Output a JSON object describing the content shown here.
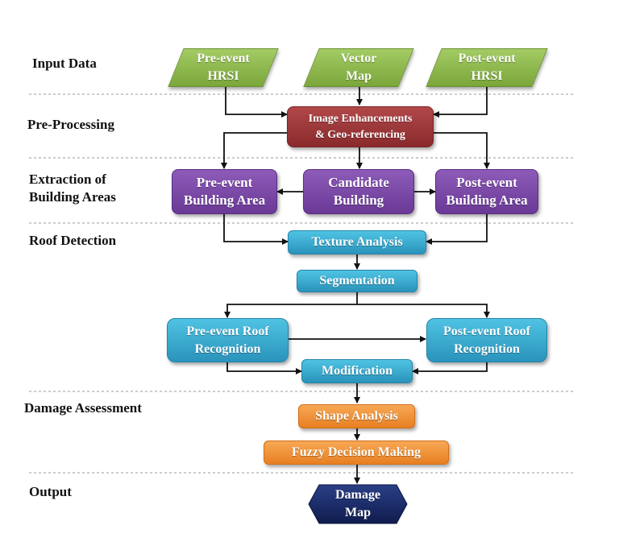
{
  "stages": {
    "input": "Input Data",
    "preprocessing": "Pre-Processing",
    "extraction": "Extraction of\nBuilding Areas",
    "roof": "Roof Detection",
    "damage": "Damage Assessment",
    "output": "Output"
  },
  "nodes": {
    "pre_event_hrsi": "Pre-event\nHRSI",
    "vector_map": "Vector\nMap",
    "post_event_hrsi": "Post-event\nHRSI",
    "image_enhancements": "Image Enhancements\n& Geo-referencing",
    "pre_event_building": "Pre-event\nBuilding Area",
    "candidate_building": "Candidate\nBuilding",
    "post_event_building": "Post-event\nBuilding Area",
    "texture_analysis": "Texture Analysis",
    "segmentation": "Segmentation",
    "pre_event_roof": "Pre-event Roof\nRecognition",
    "post_event_roof": "Post-event Roof\nRecognition",
    "modification": "Modification",
    "shape_analysis": "Shape Analysis",
    "fuzzy_decision": "Fuzzy Decision Making",
    "damage_map": "Damage\nMap"
  },
  "colors": {
    "input": "#8db84f",
    "preprocessing": "#9c3a3c",
    "extraction": "#7b48a8",
    "roof": "#38acd2",
    "damage": "#f0923a",
    "output": "#1a2a66"
  }
}
